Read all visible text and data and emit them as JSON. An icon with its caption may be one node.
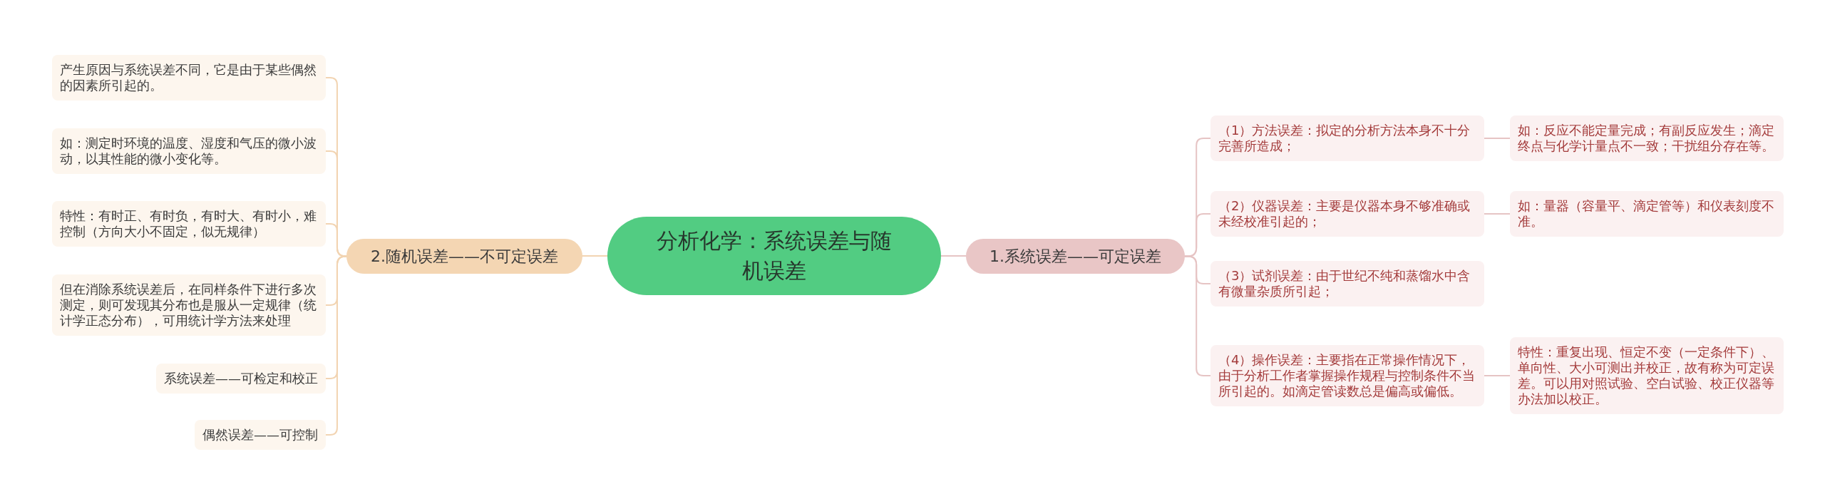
{
  "diagram": {
    "nodes": [
      {
        "text": [
          "分析化学：系统误差与随机误差"
        ]
      },
      {
        "text": [
          "1.系统误差——可定误差"
        ]
      },
      {
        "text": [
          "（1）方法误差：拟定的分析方法本身不十分完善所造成；"
        ]
      },
      {
        "text": [
          "如：反应不能定量完成；有副反应发生；滴定终点与化学计量点不一致；干扰组分存在等。"
        ]
      },
      {
        "text": [
          "（2）仪器误差：主要是仪器本身不够准确或未经校准引起的；"
        ]
      },
      {
        "text": [
          "如：量器（容量平、滴定管等）和仪表刻度不准。"
        ]
      },
      {
        "text": [
          "（3）试剂误差：由于世纪不纯和蒸馏水中含有微量杂质所引起；"
        ]
      },
      {
        "text": [
          "（4）操作误差：主要指在正常操作情况下，由于分析工作者掌握操作规程与控制条件不当所引起的。如滴定管读数总是偏高或偏低。"
        ]
      },
      {
        "text": [
          "特性：重复出现、恒定不变（一定条件下）、单向性、大小可测出并校正，故有称为可定误差。可以用对照试验、空白试验、校正仪器等办法加以校正。"
        ]
      },
      {
        "text": [
          "2.随机误差——不可定误差"
        ]
      },
      {
        "text": [
          "产生原因与系统误差不同，它是由于某些偶然的因素所引起的。"
        ]
      },
      {
        "text": [
          "如：测定时环境的温度、湿度和气压的微小波动，以其性能的微小变化等。"
        ]
      },
      {
        "text": [
          "特性：有时正、有时负，有时大、有时小，难控制（方向大小不固定，似无规律）"
        ]
      },
      {
        "text": [
          "但在消除系统误差后，在同样条件下进行多次测定，则可发现其分布也是服从一定规律（统计学正态分布），可用统计学方法来处理"
        ]
      },
      {
        "text": [
          "系统误差——可检定和校正"
        ]
      },
      {
        "text": [
          "偶然误差——可控制"
        ]
      }
    ],
    "edges": [
      {
        "from": 0,
        "to": 1,
        "arrow": "none"
      },
      {
        "from": 1,
        "to": 2,
        "arrow": "none"
      },
      {
        "from": 2,
        "to": 3,
        "arrow": "none"
      },
      {
        "from": 1,
        "to": 4,
        "arrow": "none"
      },
      {
        "from": 4,
        "to": 5,
        "arrow": "none"
      },
      {
        "from": 1,
        "to": 6,
        "arrow": "none"
      },
      {
        "from": 1,
        "to": 7,
        "arrow": "none"
      },
      {
        "from": 7,
        "to": 8,
        "arrow": "none"
      },
      {
        "from": 0,
        "to": 9,
        "arrow": "none",
        "color": "#f2d4b2"
      },
      {
        "from": 9,
        "to": 10,
        "arrow": "none",
        "color": "#f2d4b2"
      },
      {
        "from": 9,
        "to": 11,
        "arrow": "none",
        "color": "#f2d4b2"
      },
      {
        "from": 9,
        "to": 12,
        "arrow": "none",
        "color": "#f2d4b2"
      },
      {
        "from": 9,
        "to": 13,
        "arrow": "none",
        "color": "#f2d4b2"
      },
      {
        "from": 9,
        "to": 14,
        "arrow": "none",
        "color": "#f2d4b2"
      },
      {
        "from": 9,
        "to": 15,
        "arrow": "none",
        "color": "#f2d4b2"
      }
    ]
  }
}
